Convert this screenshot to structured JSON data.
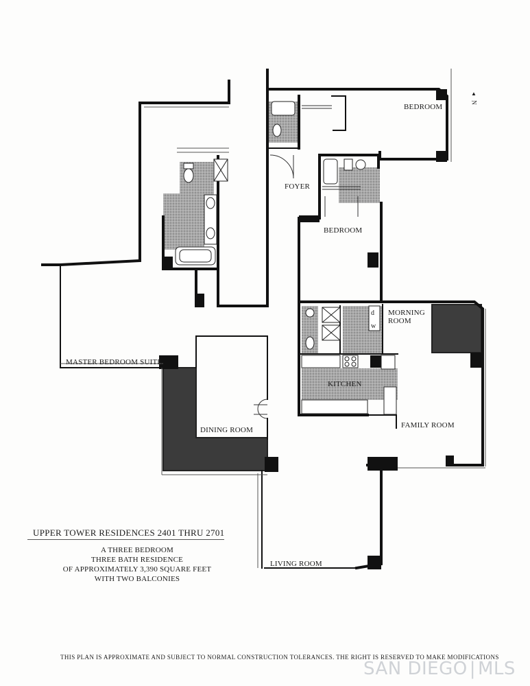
{
  "rooms": {
    "bedroom_ne": "BEDROOM",
    "foyer": "FOYER",
    "bedroom_center": "BEDROOM",
    "morning_room_1": "MORNING",
    "morning_room_2": "ROOM",
    "kitchen": "KITCHEN",
    "family_room": "FAMILY ROOM",
    "master_suite": "MASTER BEDROOM SUITE",
    "dining_room": "DINING ROOM",
    "living_room": "LIVING ROOM",
    "washer": "w",
    "dryer": "d"
  },
  "north": "N",
  "caption": {
    "title": "UPPER TOWER RESIDENCES 2401 THRU 2701",
    "lines": [
      "A THREE BEDROOM",
      "THREE BATH RESIDENCE",
      "OF APPROXIMATELY 3,390 SQUARE FEET",
      "WITH TWO BALCONIES"
    ]
  },
  "disclaimer": "THIS PLAN IS APPROXIMATE AND SUBJECT TO NORMAL CONSTRUCTION TOLERANCES. THE RIGHT IS RESERVED TO MAKE MODIFICATIONS",
  "watermark": {
    "left": "SAN DIEGO",
    "right": "MLS"
  },
  "colors": {
    "wall": "#111111",
    "balcony": "#3a3a3a",
    "counter": "#b9b9b9"
  }
}
